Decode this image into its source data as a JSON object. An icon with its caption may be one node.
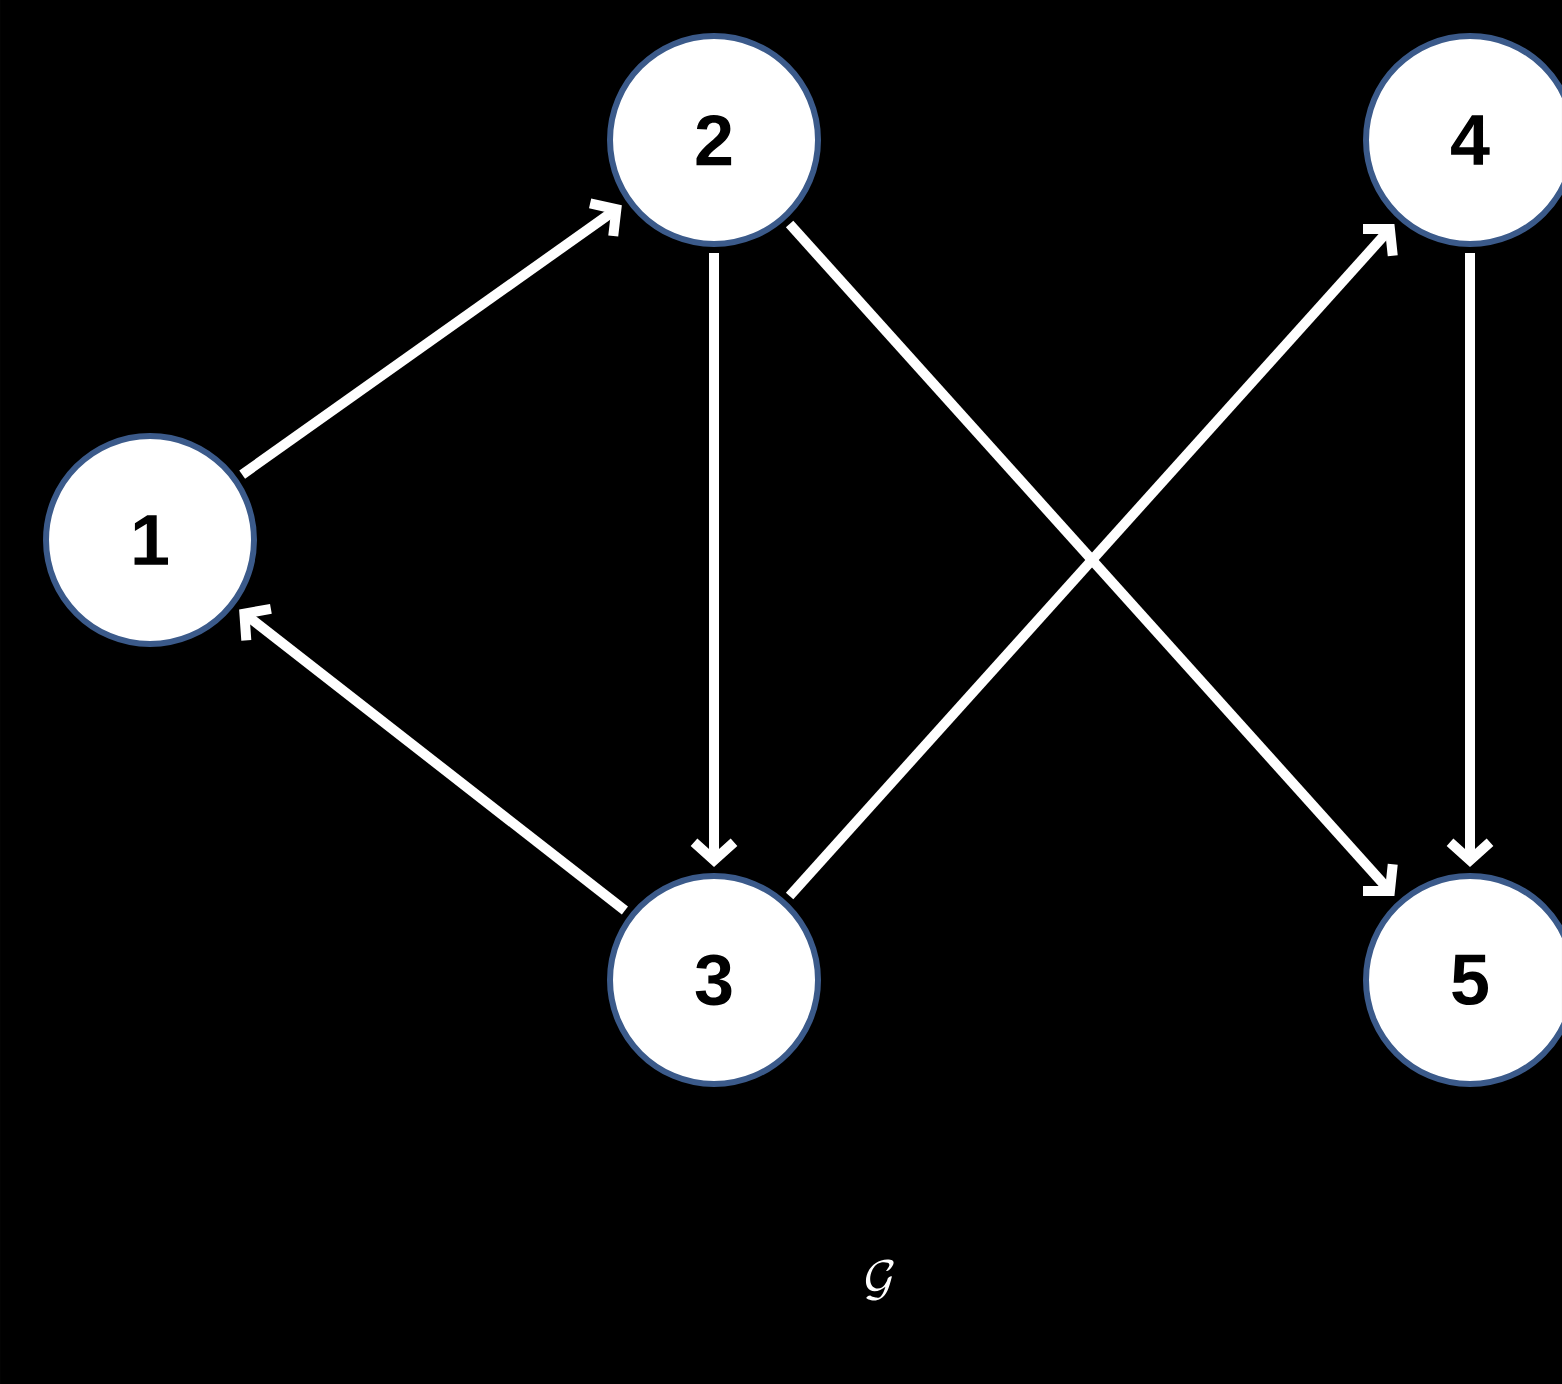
{
  "diagram": {
    "caption": "\\mathcal{G}",
    "nodes": [
      {
        "text": [
          "1"
        ]
      },
      {
        "text": [
          "2"
        ]
      },
      {
        "text": [
          "3"
        ]
      },
      {
        "text": [
          "4"
        ]
      },
      {
        "text": [
          "5"
        ]
      }
    ],
    "edges": [
      {
        "from": 0,
        "to": 1,
        "arrow": "to"
      },
      {
        "from": 1,
        "to": 2,
        "arrow": "to"
      },
      {
        "from": 2,
        "to": 0,
        "arrow": "to"
      },
      {
        "from": 2,
        "to": 3,
        "arrow": "to"
      },
      {
        "from": 1,
        "to": 4,
        "arrow": "to"
      },
      {
        "from": 3,
        "to": 4,
        "arrow": "to"
      }
    ]
  }
}
